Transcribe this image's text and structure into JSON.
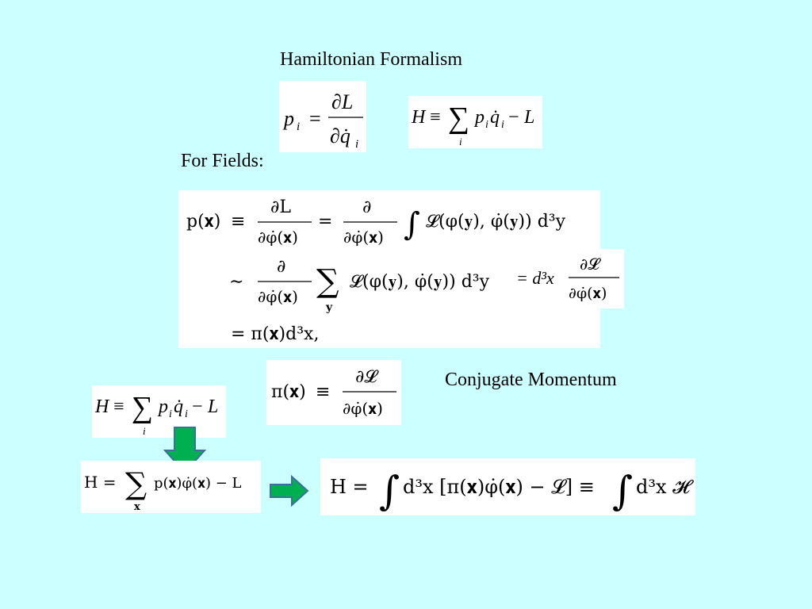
{
  "title": "Hamiltonian Formalism",
  "fields_label": "For Fields:",
  "conjugate_label": "Conjugate Momentum",
  "arrow_fill": "#00b050",
  "arrow_stroke": "#3b6fa0",
  "eq_momentum": {
    "lhs": "p",
    "sub": "i",
    "num": "∂L",
    "den": "∂q̇",
    "den_sub": "i"
  },
  "eq_hamiltonian": {
    "H": "H",
    "equiv": "≡",
    "sum": "∑",
    "sum_idx": "i",
    "p": "p",
    "i1": "i",
    "q": "q̇",
    "i2": "i",
    "minus": "−",
    "L": "L"
  },
  "eq_field_momentum": {
    "line1_lhs": "p(𝐱)",
    "line1_num1": "∂L",
    "line1_den1": "∂φ̇(𝐱)",
    "line1_num2": "∂",
    "line1_den2": "∂φ̇(𝐱)",
    "line1_int": "∫",
    "line1_rest": "𝓛(φ(𝐲), φ̇(𝐲)) d³y",
    "line2_sim": "∼",
    "line2_num": "∂",
    "line2_den": "∂φ̇(𝐱)",
    "line2_sum": "∑",
    "line2_idx": "𝐲",
    "line2_rest": "𝓛(φ(𝐲), φ̇(𝐲)) d³y",
    "line3": "= π(𝐱)d³x,",
    "side_lhs": "= d³x",
    "side_num": "∂𝓛",
    "side_den": "∂φ̇(𝐱)"
  },
  "eq_conjugate": {
    "lhs": "π(𝐱)",
    "equiv": "≡",
    "num": "∂𝓛",
    "den": "∂φ̇(𝐱)"
  },
  "eq_hamiltonian_field": {
    "text": "H = ",
    "sum": "∑",
    "idx": "𝐱",
    "rest": "p(𝐱)φ̇(𝐱) − L"
  },
  "eq_hamiltonian_density": {
    "lhs": "H =",
    "int1": "∫",
    "mid": "d³x [π(𝐱)φ̇(𝐱) − 𝓛] ≡",
    "int2": "∫",
    "rhs": "d³x 𝓗"
  }
}
